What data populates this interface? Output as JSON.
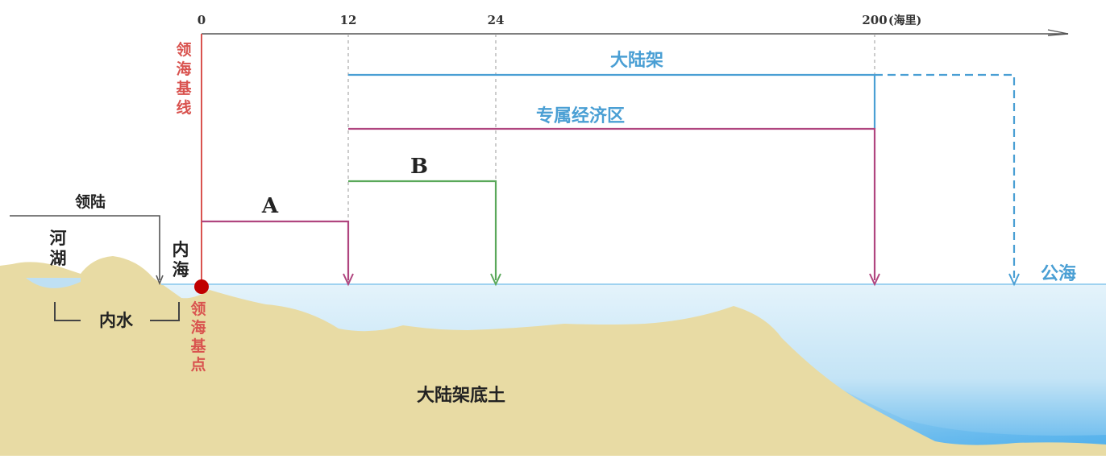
{
  "axis": {
    "ticks": [
      "0",
      "12",
      "24",
      "200"
    ],
    "unit": "(海里)"
  },
  "zones": {
    "continental_shelf": "大陆架",
    "eez": "专属经济区",
    "b": "B",
    "a": "A"
  },
  "labels": {
    "baseline": [
      "领",
      "海",
      "基",
      "线"
    ],
    "land": "领陆",
    "river": [
      "河",
      "湖"
    ],
    "inner_sea": [
      "内",
      "海"
    ],
    "internal_waters": "内水",
    "basepoint": [
      "领",
      "海",
      "基",
      "点"
    ],
    "high_seas": "公海",
    "subsoil": "大陆架底土"
  },
  "colors": {
    "baseline": "#d9534f",
    "shelf": "#4a9fd4",
    "eez": "#b0457f",
    "b_zone": "#5aa85a",
    "a_zone": "#b0457f",
    "land": "#e8dba4",
    "sea": "#cfe9f8",
    "deep_sea": "#4fb0ec"
  }
}
